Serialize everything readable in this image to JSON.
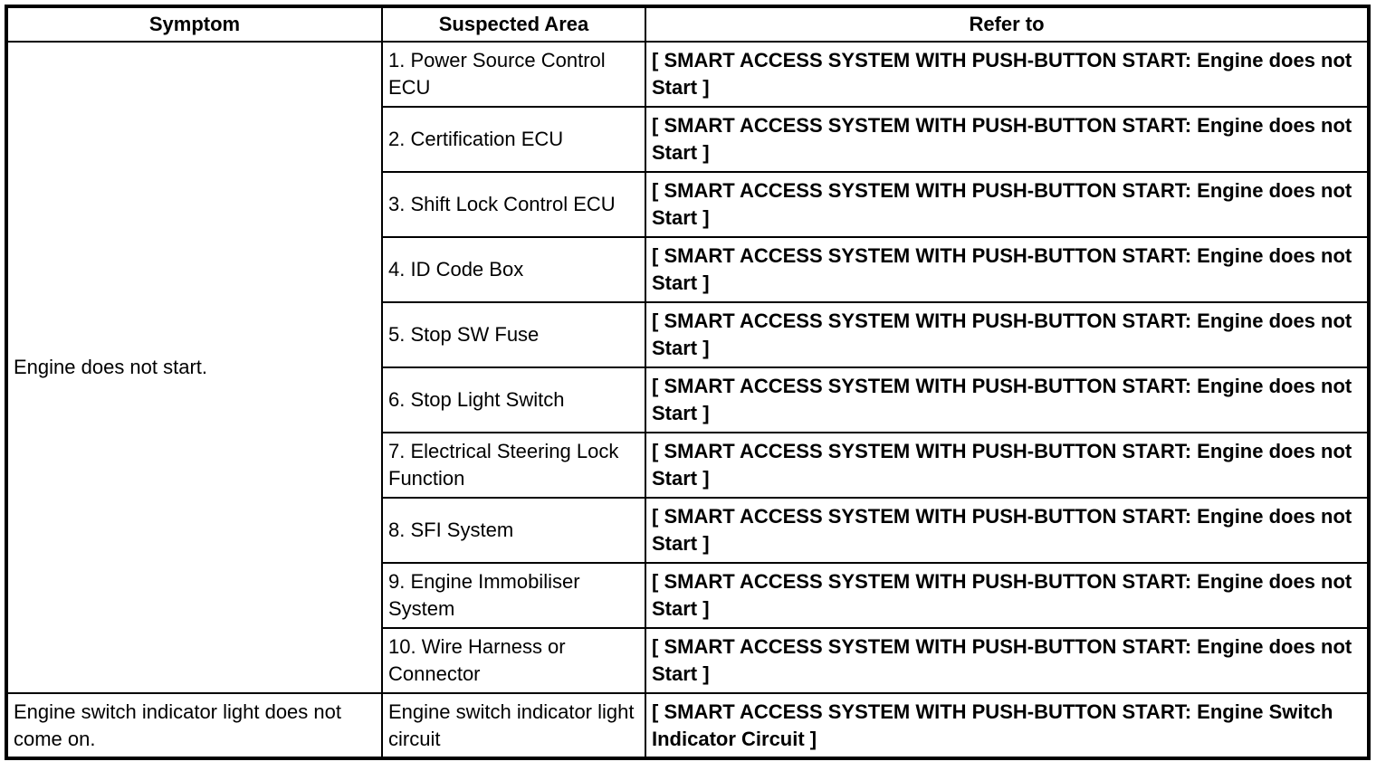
{
  "colors": {
    "background": "#ffffff",
    "text": "#000000",
    "border": "#000000"
  },
  "table": {
    "headers": [
      "Symptom",
      "Suspected Area",
      "Refer to"
    ],
    "groups": [
      {
        "symptom": "Engine does not start.",
        "rows": [
          {
            "suspected_area": "1. Power Source Control ECU",
            "refer_to": "[ SMART ACCESS SYSTEM WITH PUSH-BUTTON START: Engine does not Start ]"
          },
          {
            "suspected_area": "2. Certification ECU",
            "refer_to": "[ SMART ACCESS SYSTEM WITH PUSH-BUTTON START: Engine does not Start ]"
          },
          {
            "suspected_area": "3. Shift Lock Control ECU",
            "refer_to": "[ SMART ACCESS SYSTEM WITH PUSH-BUTTON START: Engine does not Start ]"
          },
          {
            "suspected_area": "4. ID Code Box",
            "refer_to": "[ SMART ACCESS SYSTEM WITH PUSH-BUTTON START: Engine does not Start ]"
          },
          {
            "suspected_area": "5. Stop SW Fuse",
            "refer_to": "[ SMART ACCESS SYSTEM WITH PUSH-BUTTON START: Engine does not Start ]"
          },
          {
            "suspected_area": "6. Stop Light Switch",
            "refer_to": "[ SMART ACCESS SYSTEM WITH PUSH-BUTTON START: Engine does not Start ]"
          },
          {
            "suspected_area": "7. Electrical Steering Lock Function",
            "refer_to": "[ SMART ACCESS SYSTEM WITH PUSH-BUTTON START: Engine does not Start ]"
          },
          {
            "suspected_area": "8. SFI System",
            "refer_to": "[ SMART ACCESS SYSTEM WITH PUSH-BUTTON START: Engine does not Start ]"
          },
          {
            "suspected_area": "9. Engine Immobiliser System",
            "refer_to": "[ SMART ACCESS SYSTEM WITH PUSH-BUTTON START: Engine does not Start ]"
          },
          {
            "suspected_area": "10. Wire Harness or Connector",
            "refer_to": "[ SMART ACCESS SYSTEM WITH PUSH-BUTTON START: Engine does not Start ]"
          }
        ]
      },
      {
        "symptom": "Engine switch indicator light does not come on.",
        "rows": [
          {
            "suspected_area": "Engine switch indicator light circuit",
            "refer_to": "[ SMART ACCESS SYSTEM WITH PUSH-BUTTON START: Engine Switch Indicator Circuit ]"
          }
        ]
      }
    ]
  }
}
